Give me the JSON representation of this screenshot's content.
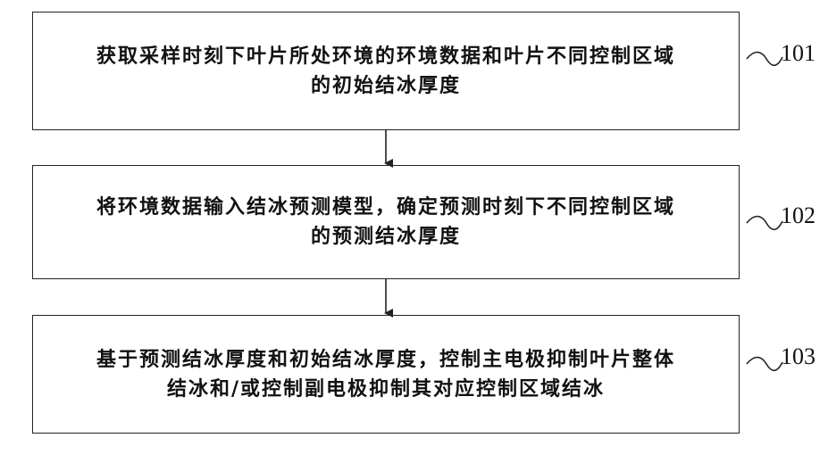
{
  "steps": [
    {
      "id": "101",
      "line1": "获取采样时刻下叶片所处环境的环境数据和叶片不同控制区域",
      "line2": "的初始结冰厚度"
    },
    {
      "id": "102",
      "line1": "将环境数据输入结冰预测模型，确定预测时刻下不同控制区域",
      "line2": "的预测结冰厚度"
    },
    {
      "id": "103",
      "line1": "基于预测结冰厚度和初始结冰厚度，控制主电极抑制叶片整体",
      "line2": "结冰和/或控制副电极抑制其对应控制区域结冰"
    }
  ]
}
